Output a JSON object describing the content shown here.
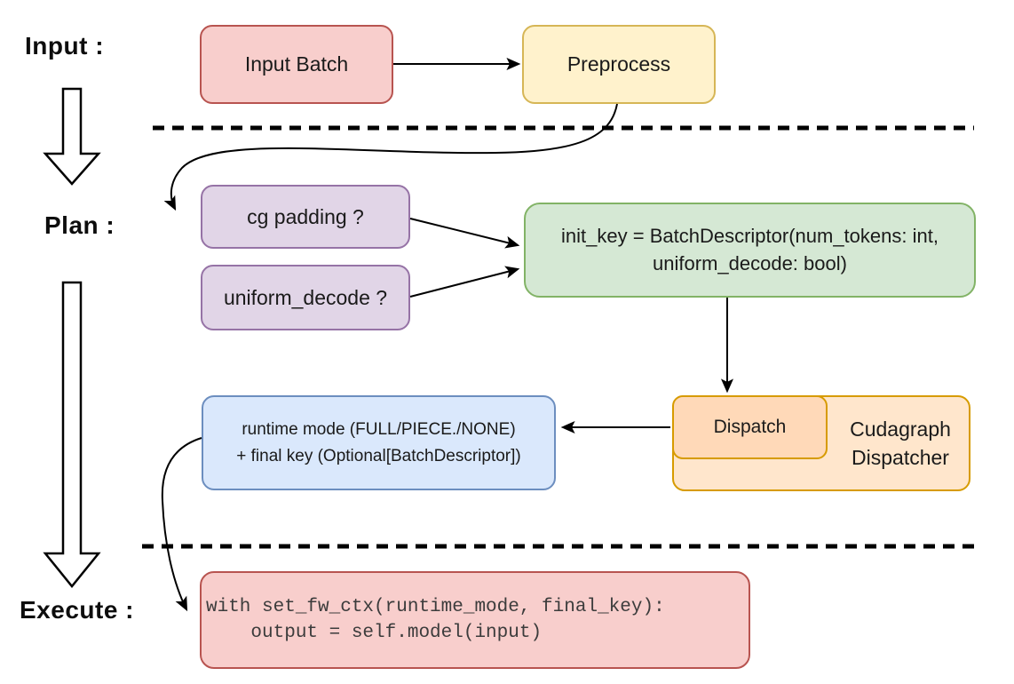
{
  "colors": {
    "red_fill": "#f8cecc",
    "red_stroke": "#b85450",
    "yellow_fill": "#fff2cc",
    "yellow_stroke": "#d6b656",
    "purple_fill": "#e1d5e7",
    "purple_stroke": "#9673a6",
    "green_fill": "#d5e8d4",
    "green_stroke": "#82b366",
    "blue_fill": "#dae8fc",
    "blue_stroke": "#6c8ebf",
    "orange_fill": "#ffe6cc",
    "orange_stroke": "#d79b00",
    "peach_fill": "#ffd9b8"
  },
  "labels": {
    "input": "Input :",
    "plan": "Plan :",
    "execute": "Execute :"
  },
  "nodes": {
    "input_batch": "Input Batch",
    "preprocess": "Preprocess",
    "cg_padding": "cg padding ?",
    "uniform_decode": "uniform_decode ?",
    "init_key": {
      "line1": "init_key = BatchDescriptor(num_tokens: int,",
      "line2": "uniform_decode: bool)"
    },
    "dispatch": "Dispatch",
    "dispatcher": {
      "line1": "Cudagraph",
      "line2": "Dispatcher"
    },
    "runtime": {
      "line1": "runtime mode (FULL/PIECE./NONE)",
      "line2": "+ final key (Optional[BatchDescriptor])"
    },
    "execute_code": {
      "line1": "with set_fw_ctx(runtime_mode, final_key):",
      "line2": "    output = self.model(input)"
    }
  }
}
